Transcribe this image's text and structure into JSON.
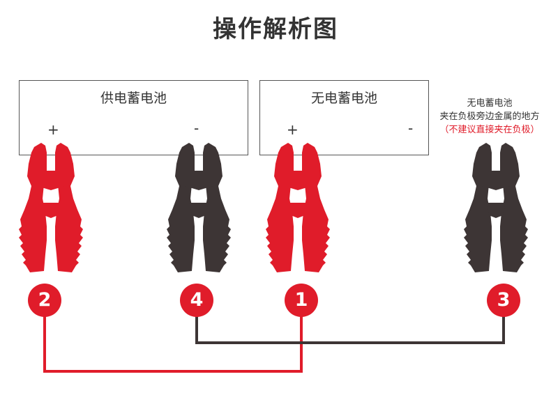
{
  "title": "操作解析图",
  "colors": {
    "positive": "#e01c2a",
    "negative": "#3d3535"
  },
  "boxes": [
    {
      "name": "供电蓄电池",
      "plus": "+",
      "minus": "-"
    },
    {
      "name": "无电蓄电池",
      "plus": "+",
      "minus": "-"
    }
  ],
  "note": {
    "line1": "无电蓄电池",
    "line2": "夹在负极旁边金属的地方",
    "line3": "（不建议直接夹在负极）"
  },
  "steps": [
    "2",
    "4",
    "1",
    "3"
  ]
}
